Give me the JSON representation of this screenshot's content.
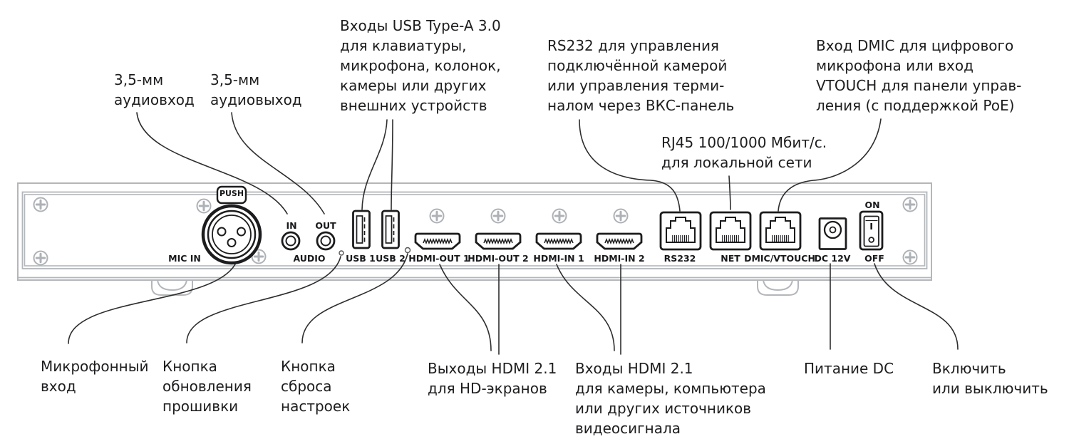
{
  "annotations": {
    "top": [
      {
        "id": "audio-in",
        "text": "3,5-мм\nаудиовход"
      },
      {
        "id": "audio-out",
        "text": "3,5-мм\nаудиовыход"
      },
      {
        "id": "usb",
        "text": "Входы USB Type-A 3.0\nдля клавиатуры,\nмикрофона, колонок,\nкамеры или других\nвнешних устройств"
      },
      {
        "id": "rs232",
        "text": "RS232 для управления\nподключённой камерой\nили управления терми-\nналом через ВКС-панель"
      },
      {
        "id": "rj45",
        "text": "RJ45 100/1000 Мбит/с.\nдля локальной сети"
      },
      {
        "id": "dmic",
        "text": "Вход DMIC для цифрового\nмикрофона или вход\nVTOUCH для панели управ-\nления (с поддержкой PoE)"
      }
    ],
    "bottom": [
      {
        "id": "mic",
        "text": "Микрофонный\nвход"
      },
      {
        "id": "firmware",
        "text": "Кнопка\nобновления\nпрошивки"
      },
      {
        "id": "reset",
        "text": "Кнопка\nсброса\nнастроек"
      },
      {
        "id": "hdmi-out",
        "text": "Выходы HDMI 2.1\nдля HD-экранов"
      },
      {
        "id": "hdmi-in",
        "text": "Входы HDMI 2.1\nдля камеры, компьютера\nили других источников\nвидеосигнала"
      },
      {
        "id": "dc",
        "text": "Питание DC"
      },
      {
        "id": "power",
        "text": "Включить\nили выключить"
      }
    ]
  },
  "panel_labels": {
    "push": "PUSH",
    "mic_in": "MIC IN",
    "audio_in": "IN",
    "audio_out": "OUT",
    "audio": "AUDIO",
    "usb1": "USB 1",
    "usb2": "USB 2",
    "hdmi_out1": "HDMI-OUT 1",
    "hdmi_out2": "HDMI-OUT 2",
    "hdmi_in1": "HDMI-IN 1",
    "hdmi_in2": "HDMI-IN 2",
    "rs232": "RS232",
    "net": "NET",
    "dmic_vtouch": "DMIC/VTOUCH",
    "dc_12v": "DC 12V",
    "on": "ON",
    "off": "OFF"
  },
  "colors": {
    "port_outline": "#1c1c1e",
    "chassis": "#b3b6ba",
    "leader_line": "#2e2e2e",
    "text": "#1d1d1f"
  }
}
